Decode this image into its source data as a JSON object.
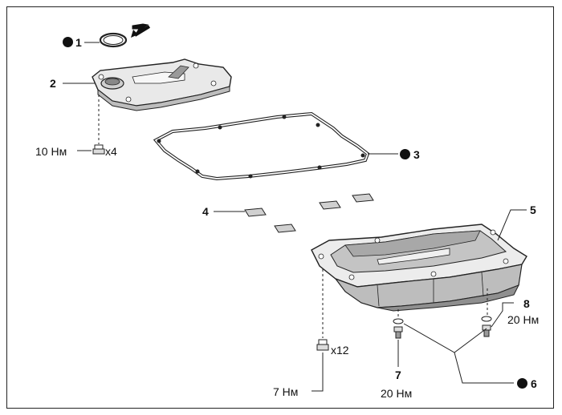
{
  "callouts": {
    "c1": "1",
    "c2": "2",
    "c3": "3",
    "c4": "4",
    "c5": "5",
    "c6": "6",
    "c7": "7",
    "c8": "8"
  },
  "torques": {
    "filter_bolt": "10 Нм",
    "filter_qty": "x4",
    "pan_bolt": "7 Нм",
    "pan_qty": "x12",
    "drain_plug_7": "20 Нм",
    "drain_plug_8": "20 Нм"
  },
  "colors": {
    "line": "#222222",
    "fill_light": "#f2f2f2",
    "fill_mid": "#d6d6d6",
    "fill_dark": "#9a9a9a"
  }
}
